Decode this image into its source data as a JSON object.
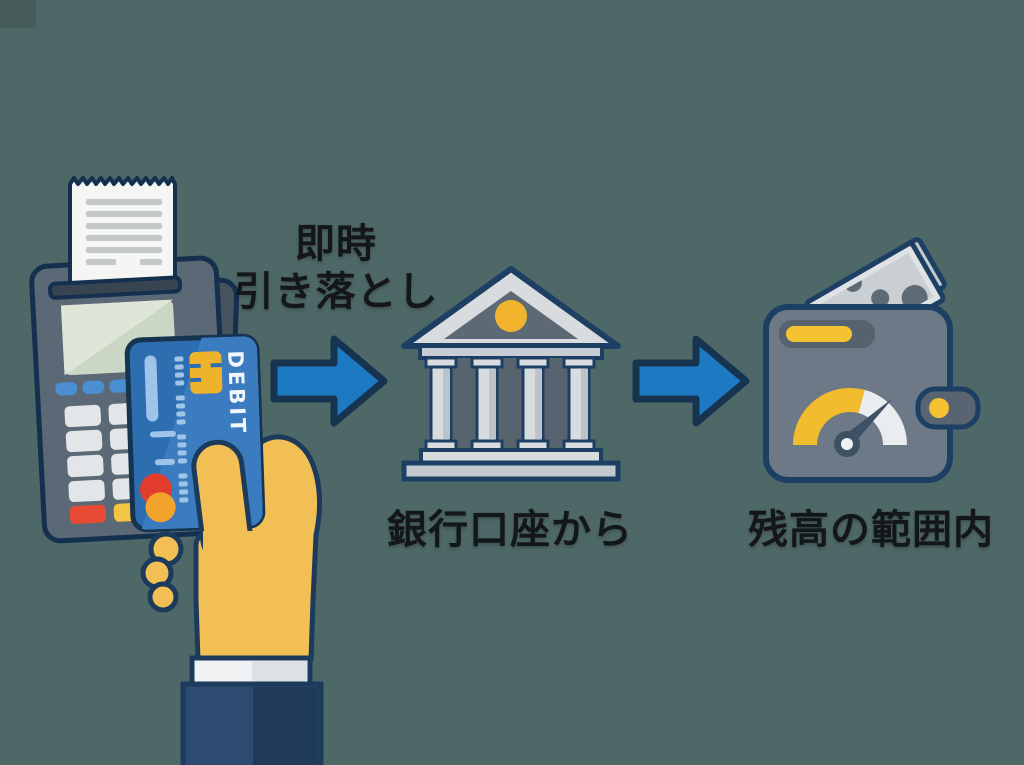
{
  "scene": {
    "background_color": "#4e6867",
    "outline_color": "#1d3f63",
    "flow": {
      "arrow1_label_line1": "即時",
      "arrow1_label_line2": "引き落とし",
      "bank_label": "銀行口座から",
      "wallet_label": "残高の範囲内"
    },
    "card": {
      "text": "DEBIT",
      "color": "#2d6eb0",
      "chip_color": "#efb32b"
    },
    "icons": {
      "step1": "pos-terminal-hand-debit-card",
      "step2": "bank-building",
      "step3": "wallet-balance-gauge"
    },
    "colors": {
      "arrow_blue": "#1e79c3",
      "accent_yellow": "#f2b42c",
      "hand_tan": "#f2bf55",
      "alert_red": "#e23c2e",
      "gray_light": "#d8dcdf",
      "wallet_gray": "#6d7987",
      "text": "#141719"
    }
  }
}
